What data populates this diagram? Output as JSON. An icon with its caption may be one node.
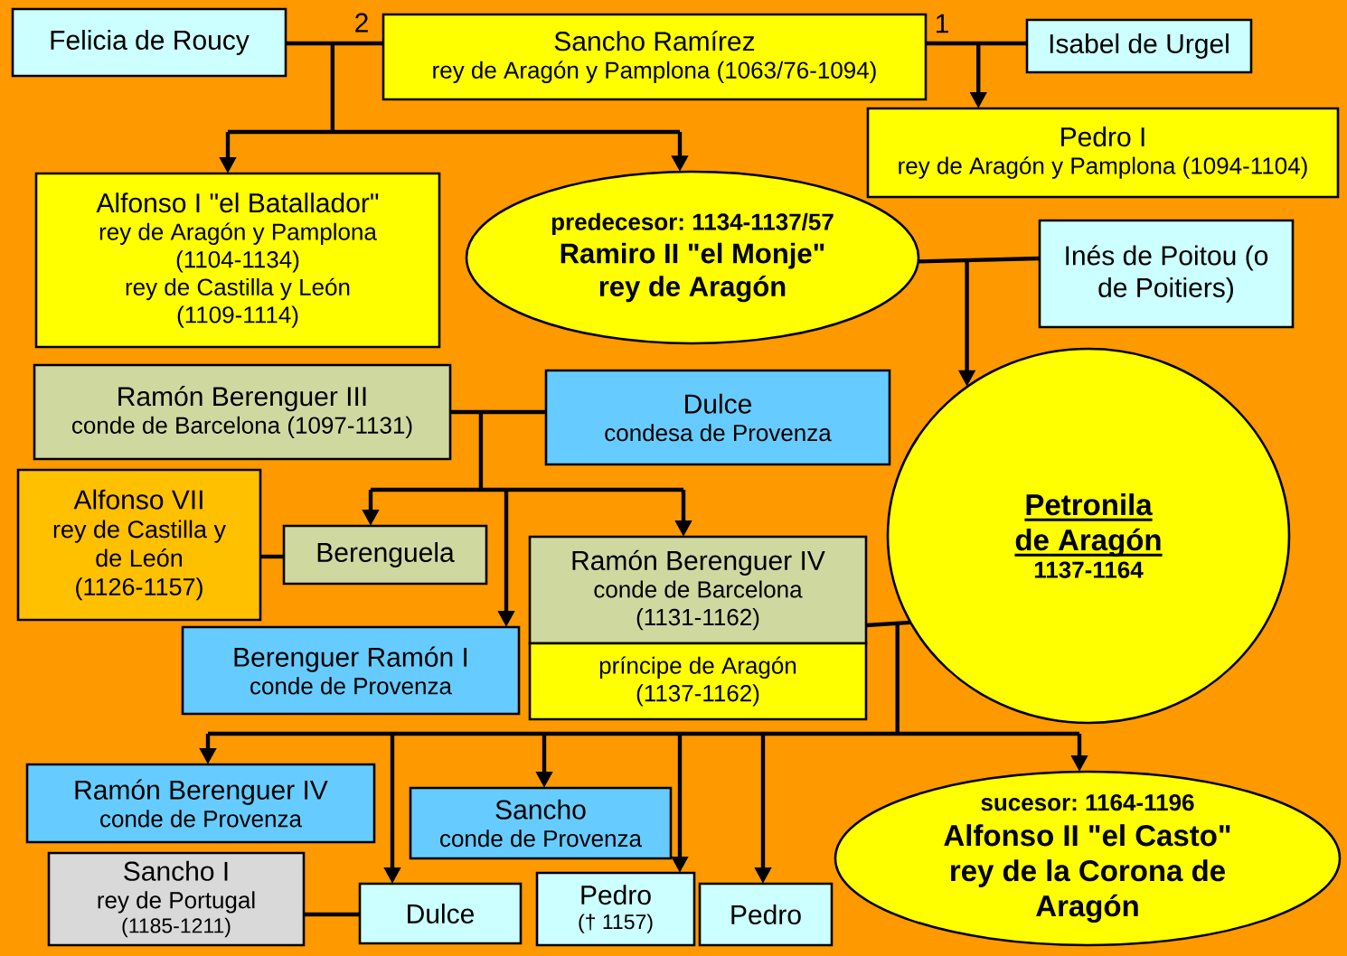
{
  "diagram": {
    "nodes": [
      {
        "text": [
          "Felicia de Roucy"
        ]
      },
      {
        "text": [
          "Sancho Ramírez",
          "rey de Aragón y Pamplona (1063/76-1094)"
        ]
      },
      {
        "text": [
          "Isabel de Urgel"
        ]
      },
      {
        "text": [
          "Pedro I",
          "rey de Aragón y Pamplona (1094-1104)"
        ]
      },
      {
        "text": [
          "Alfonso I \"el Batallador\"",
          "rey de Aragón y Pamplona (1104-1134)",
          "rey de Castilla y León (1109-1114)"
        ]
      },
      {
        "text": [
          "predecesor: 1134-1137/57",
          "Ramiro II \"el Monje\" rey de Aragón"
        ]
      },
      {
        "text": [
          "Inés de Poitou (o de Poitiers)"
        ]
      },
      {
        "text": [
          "Ramón Berenguer III",
          "conde de Barcelona (1097-1131)"
        ]
      },
      {
        "text": [
          "Dulce",
          "condesa de Provenza"
        ]
      },
      {
        "text": [
          "Petronila de Aragón",
          "1137-1164"
        ]
      },
      {
        "text": [
          "Alfonso VII",
          "rey de Castilla y de León (1126-1157)"
        ]
      },
      {
        "text": [
          "Berenguela"
        ]
      },
      {
        "text": [
          "Ramón Berenguer IV",
          "conde de Barcelona (1131-1162)"
        ]
      },
      {
        "text": [
          "príncipe de Aragón (1137-1162)"
        ]
      },
      {
        "text": [
          "Berenguer Ramón I",
          "conde de Provenza"
        ]
      },
      {
        "text": [
          "Ramón Berenguer IV",
          "conde de Provenza"
        ]
      },
      {
        "text": [
          "Sancho",
          "conde de Provenza"
        ]
      },
      {
        "text": [
          "sucesor: 1164-1196",
          "Alfonso II \"el Casto\" rey de la Corona de Aragón"
        ]
      },
      {
        "text": [
          "Sancho I",
          "rey de Portugal",
          "(1185-1211)"
        ]
      },
      {
        "text": [
          "Dulce"
        ]
      },
      {
        "text": [
          "Pedro",
          "(† 1157)"
        ]
      },
      {
        "text": [
          "Pedro"
        ]
      }
    ],
    "edges": [
      {
        "from": 0,
        "to": 1,
        "arrow": "none",
        "label": "2"
      },
      {
        "from": 1,
        "to": 2,
        "arrow": "none",
        "label": "1"
      },
      {
        "from": 0,
        "to": 4,
        "arrow": "to"
      },
      {
        "from": 1,
        "to": 4,
        "arrow": "to"
      },
      {
        "from": 0,
        "to": 5,
        "arrow": "to"
      },
      {
        "from": 1,
        "to": 5,
        "arrow": "to"
      },
      {
        "from": 1,
        "to": 3,
        "arrow": "to"
      },
      {
        "from": 2,
        "to": 3,
        "arrow": "to"
      },
      {
        "from": 5,
        "to": 6,
        "arrow": "none"
      },
      {
        "from": 5,
        "to": 9,
        "arrow": "to"
      },
      {
        "from": 6,
        "to": 9,
        "arrow": "to"
      },
      {
        "from": 7,
        "to": 8,
        "arrow": "none"
      },
      {
        "from": 7,
        "to": 11,
        "arrow": "to"
      },
      {
        "from": 8,
        "to": 11,
        "arrow": "to"
      },
      {
        "from": 7,
        "to": 14,
        "arrow": "to"
      },
      {
        "from": 8,
        "to": 14,
        "arrow": "to"
      },
      {
        "from": 7,
        "to": 12,
        "arrow": "to"
      },
      {
        "from": 8,
        "to": 12,
        "arrow": "to"
      },
      {
        "from": 10,
        "to": 11,
        "arrow": "none"
      },
      {
        "from": 12,
        "to": 9,
        "arrow": "none"
      },
      {
        "from": 12,
        "to": 15,
        "arrow": "to"
      },
      {
        "from": 9,
        "to": 15,
        "arrow": "to"
      },
      {
        "from": 12,
        "to": 19,
        "arrow": "to"
      },
      {
        "from": 9,
        "to": 19,
        "arrow": "to"
      },
      {
        "from": 12,
        "to": 16,
        "arrow": "to"
      },
      {
        "from": 9,
        "to": 16,
        "arrow": "to"
      },
      {
        "from": 12,
        "to": 20,
        "arrow": "to"
      },
      {
        "from": 9,
        "to": 20,
        "arrow": "to"
      },
      {
        "from": 12,
        "to": 21,
        "arrow": "to"
      },
      {
        "from": 9,
        "to": 21,
        "arrow": "to"
      },
      {
        "from": 12,
        "to": 17,
        "arrow": "to"
      },
      {
        "from": 9,
        "to": 17,
        "arrow": "to"
      },
      {
        "from": 18,
        "to": 19,
        "arrow": "none"
      }
    ]
  }
}
